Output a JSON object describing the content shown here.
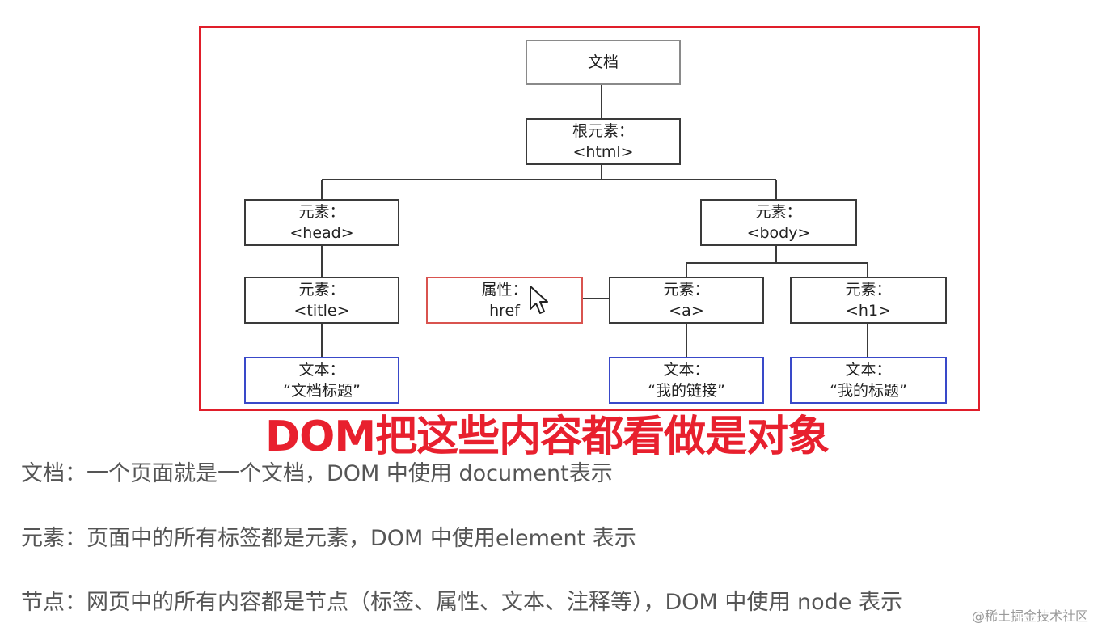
{
  "diagram": {
    "nodes": {
      "document": {
        "line1": "文档"
      },
      "root": {
        "line1": "根元素：",
        "line2": "<html>"
      },
      "head": {
        "line1": "元素：",
        "line2": "<head>"
      },
      "body": {
        "line1": "元素：",
        "line2": "<body>"
      },
      "title": {
        "line1": "元素：",
        "line2": "<title>"
      },
      "attr_href": {
        "line1": "属性：",
        "line2": "href"
      },
      "a": {
        "line1": "元素：",
        "line2": "<a>"
      },
      "h1": {
        "line1": "元素：",
        "line2": "<h1>"
      },
      "text_title": {
        "line1": "文本：",
        "line2": "“文档标题”"
      },
      "text_link": {
        "line1": "文本：",
        "line2": "“我的链接”"
      },
      "text_h1": {
        "line1": "文本：",
        "line2": "“我的标题”"
      }
    },
    "edges": [
      [
        "document",
        "root"
      ],
      [
        "root",
        "head"
      ],
      [
        "root",
        "body"
      ],
      [
        "head",
        "title"
      ],
      [
        "title",
        "text_title"
      ],
      [
        "body",
        "a"
      ],
      [
        "body",
        "h1"
      ],
      [
        "attr_href",
        "a"
      ],
      [
        "a",
        "text_link"
      ],
      [
        "h1",
        "text_h1"
      ]
    ],
    "colors": {
      "frame": "#e01e2a",
      "attribute_border": "#d9534f",
      "text_border": "#3949c9",
      "element_border": "#3a3a3a"
    }
  },
  "headline": "DOM把这些内容都看做是对象",
  "descriptions": [
    "文档：一个页面就是一个文档，DOM 中使用 document表示",
    "元素：页面中的所有标签都是元素，DOM 中使用element 表示",
    "节点：网页中的所有内容都是节点（标签、属性、文本、注释等），DOM 中使用 node 表示"
  ],
  "watermark": "@稀土掘金技术社区"
}
